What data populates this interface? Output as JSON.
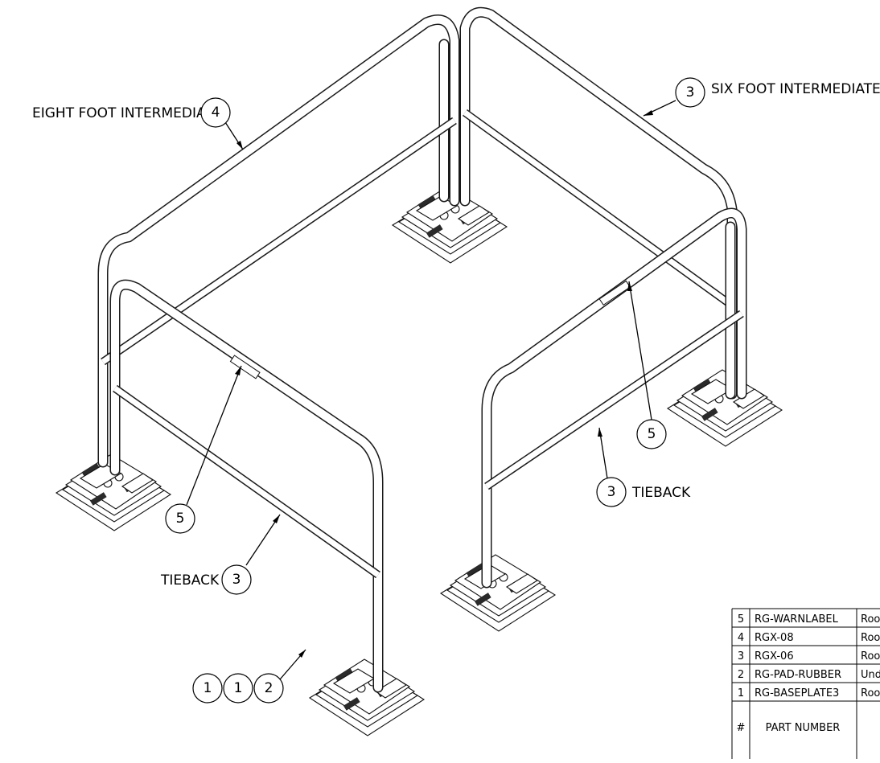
{
  "callouts": {
    "eight_foot_label": "EIGHT FOOT INTERMEDIATE",
    "eight_foot_num": "4",
    "six_foot_label": "SIX FOOT INTERMEDIATE",
    "six_foot_num": "3",
    "tieback_left_label": "TIEBACK",
    "tieback_left_num": "3",
    "tieback_right_label": "TIEBACK",
    "tieback_right_num": "3",
    "warn_left_num": "5",
    "warn_right_num": "5",
    "base_a_num": "1",
    "base_b_num": "1",
    "base_c_num": "2"
  },
  "bom": {
    "rows": [
      {
        "num": "5",
        "part": "RG-WARNLABEL",
        "desc": "Roo"
      },
      {
        "num": "4",
        "part": "RGX-08",
        "desc": "Roo"
      },
      {
        "num": "3",
        "part": "RGX-06",
        "desc": "Roo"
      },
      {
        "num": "2",
        "part": "RG-PAD-RUBBER",
        "desc": "Und"
      },
      {
        "num": "1",
        "part": "RG-BASEPLATE3",
        "desc": "Roo"
      }
    ],
    "header_num": "#",
    "header_part": "PART NUMBER"
  }
}
